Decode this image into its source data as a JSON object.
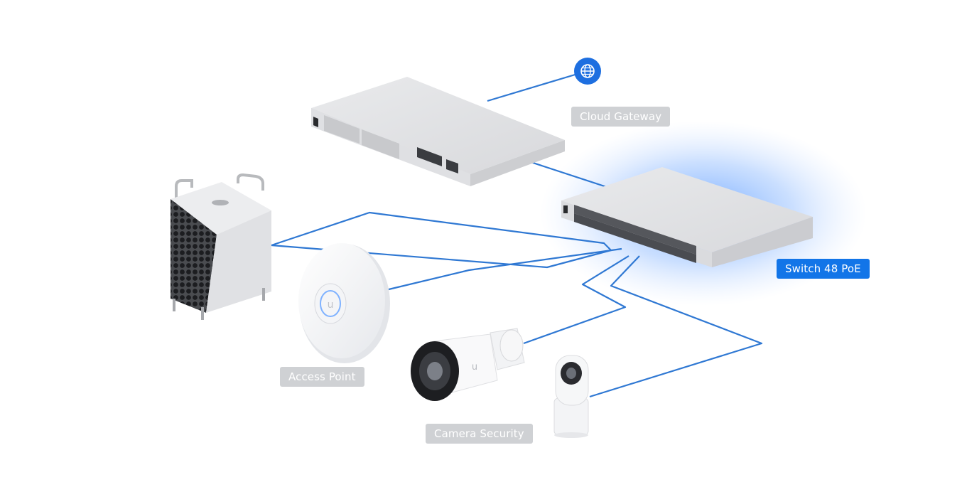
{
  "labels": {
    "cloud_gateway": "Cloud Gateway",
    "switch": "Switch 48 PoE",
    "access_point": "Access Point",
    "camera_security": "Camera Security"
  },
  "icons": {
    "internet": "globe-icon"
  },
  "colors": {
    "cable": "#2f78d3",
    "label_gray": "#cfd1d4",
    "label_blue": "#1275e8",
    "glow": "#6aa2ff",
    "device_body": "#e3e4e7",
    "device_shadow": "#c5c7cb"
  }
}
